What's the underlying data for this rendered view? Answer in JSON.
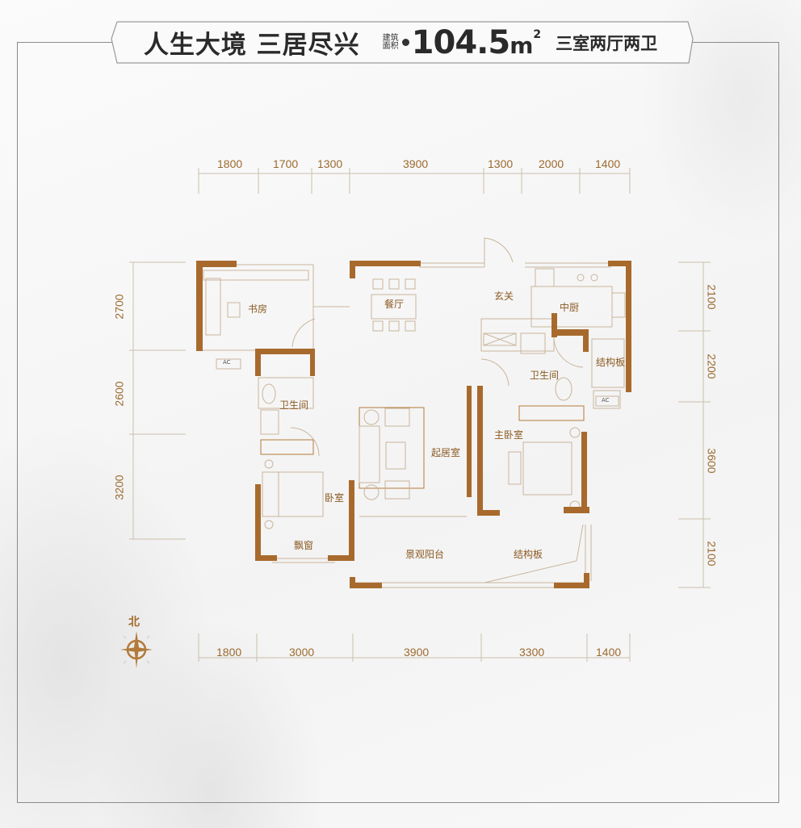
{
  "banner": {
    "slogan": "人生大境 三居尽兴",
    "area_label_line1": "建筑",
    "area_label_line2": "面积",
    "area_value": "104.5",
    "area_unit": "m",
    "area_sup": "2",
    "layout": "三室两厅两卫"
  },
  "dimensions": {
    "top": [
      "1800",
      "1700",
      "1300",
      "3900",
      "1300",
      "2000",
      "1400"
    ],
    "bottom": [
      "1800",
      "3000",
      "3900",
      "3300",
      "1400"
    ],
    "left": [
      "2700",
      "2600",
      "3200"
    ],
    "right": [
      "2100",
      "2200",
      "3600",
      "2100"
    ]
  },
  "rooms": {
    "study": "书房",
    "dining": "餐厅",
    "foyer": "玄关",
    "kitchen": "中厨",
    "bath_master": "卫生间",
    "struct_plate_upper": "结构板",
    "bath_secondary": "卫生间",
    "living": "起居室",
    "master_bedroom": "主卧室",
    "bedroom": "卧室",
    "bay_window": "飘窗",
    "balcony": "景观阳台",
    "struct_plate_lower": "结构板",
    "ac_1": "AC",
    "ac_2": "AC"
  },
  "compass": {
    "north_label": "北"
  },
  "colors": {
    "wall": "#a86a2c",
    "dim_text": "#9b6a2e",
    "room_text": "#8a5a22",
    "line": "#c9b59c"
  }
}
